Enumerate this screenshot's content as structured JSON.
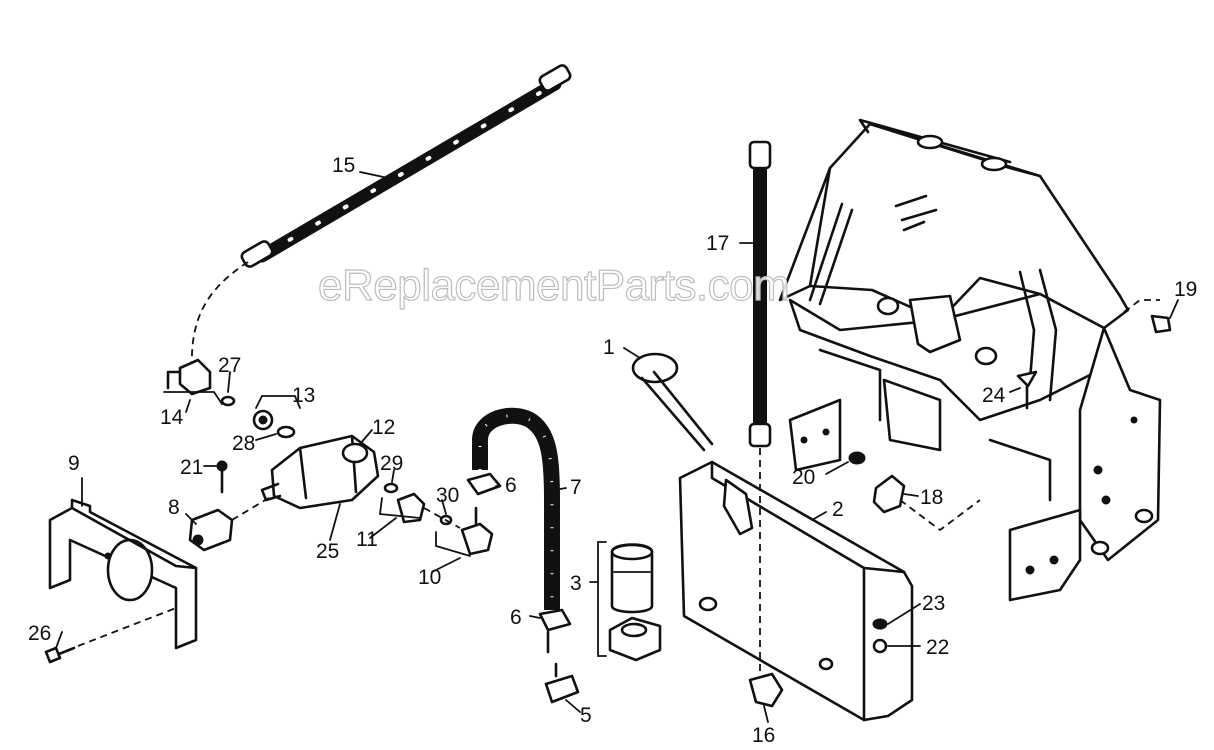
{
  "watermark": "eReplacementParts.com",
  "callouts": [
    "1",
    "2",
    "3",
    "5",
    "6",
    "6",
    "7",
    "8",
    "9",
    "10",
    "11",
    "12",
    "13",
    "14",
    "15",
    "16",
    "17",
    "18",
    "19",
    "20",
    "21",
    "22",
    "23",
    "24",
    "25",
    "26",
    "27",
    "28",
    "29",
    "30"
  ]
}
